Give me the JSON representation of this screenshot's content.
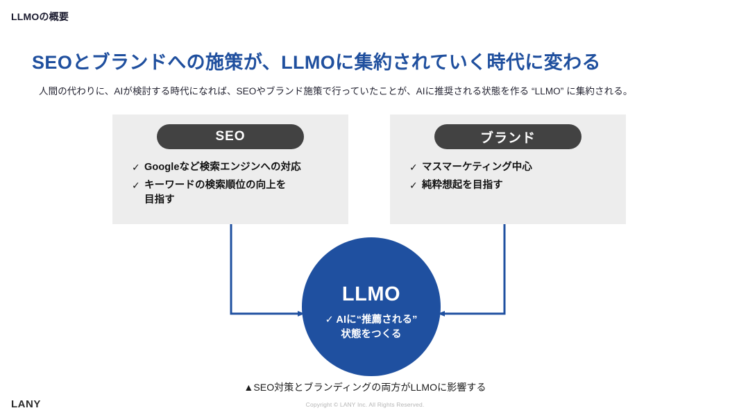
{
  "header": {
    "label": "LLMOの概要"
  },
  "title": {
    "main": "SEOとブランドへの施策が、LLMOに集約されていく時代に変わる",
    "subtitle": "人間の代わりに、AIが検討する時代になれば、SEOやブランド施策で行っていたことが、AIに推奨される状態を作る “LLMO” に集約される。"
  },
  "panels": [
    {
      "pill_label": "SEO",
      "bullets": [
        {
          "mark": "✓",
          "line1": "Googleなど検索エンジンへの対応",
          "line2": ""
        },
        {
          "mark": "✓",
          "line1": "キーワードの検索順位の向上を",
          "line2": "目指す"
        }
      ]
    },
    {
      "pill_label": "ブランド",
      "bullets": [
        {
          "mark": "✓",
          "line1": "マスマーケティング中心",
          "line2": ""
        },
        {
          "mark": "✓",
          "line1": "純粋想起を目指す",
          "line2": ""
        }
      ]
    }
  ],
  "circle": {
    "title": "LLMO",
    "mark": "✓",
    "sub_line1": "AIに“推薦される”",
    "sub_line2": "状態をつくる"
  },
  "caption": "▲SEO対策とブランディングの両方がLLMOに影響する",
  "footer": {
    "logo": "LANY",
    "copyright": "Copyright © LANY Inc. All Rights Reserved."
  },
  "colors": {
    "accent_blue": "#1f50a0",
    "title_blue": "#1f4f9e",
    "panel_bg": "#ededed",
    "pill_dark": "#424242",
    "text_dark": "#111111",
    "footer_gray": "#b5b5b5"
  }
}
